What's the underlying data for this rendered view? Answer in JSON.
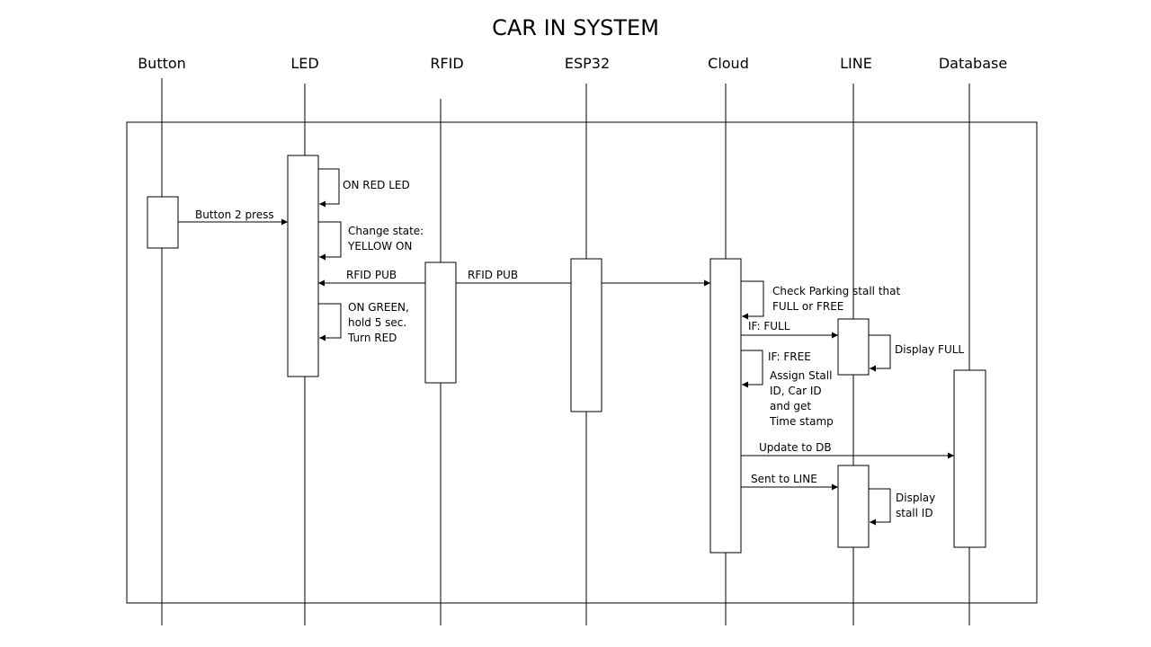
{
  "title": "CAR IN SYSTEM",
  "actors": [
    "Button",
    "LED",
    "RFID",
    "ESP32",
    "Cloud",
    "LINE",
    "Database"
  ],
  "messages": {
    "button_press": "Button 2 press",
    "on_red_led": "ON RED LED",
    "change_state": [
      "Change state:",
      "YELLOW ON"
    ],
    "rfid_pub_led": "RFID PUB",
    "rfid_pub_esp": "RFID PUB",
    "on_green": [
      "ON GREEN,",
      "hold 5 sec.",
      "Turn RED"
    ],
    "check_parking": [
      "Check Parking stall that",
      "FULL or FREE"
    ],
    "if_full": "IF: FULL",
    "display_full": "Display FULL",
    "if_free": "IF: FREE",
    "assign": [
      "Assign Stall",
      "ID, Car ID",
      "and get",
      "Time stamp"
    ],
    "update_db": "Update to DB",
    "sent_line": "Sent to LINE",
    "display_stall": [
      "Display",
      "stall ID"
    ]
  },
  "colors": {
    "line": "#000000",
    "background": "#ffffff"
  }
}
